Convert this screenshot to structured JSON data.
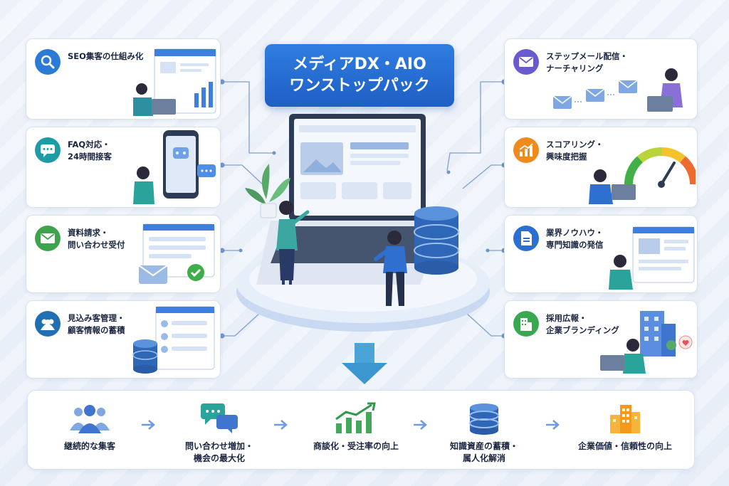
{
  "title": {
    "line1": "メディアDX・AIO",
    "line2": "ワンストップパック"
  },
  "left_cards": [
    {
      "label": "SEO集客の仕組み化",
      "icon": "search-icon",
      "color": "#2b7bd6"
    },
    {
      "label": "FAQ対応・\n24時間接客",
      "icon": "chat-icon",
      "color": "#1f9ba6"
    },
    {
      "label": "資料請求・\n問い合わせ受付",
      "icon": "mail-icon",
      "color": "#3fa34d"
    },
    {
      "label": "見込み客管理・\n顧客情報の蓄積",
      "icon": "users-icon",
      "color": "#1f6fb2"
    }
  ],
  "right_cards": [
    {
      "label": "ステップメール配信・\nナーチャリング",
      "icon": "envelope-icon",
      "color": "#6a5ad0"
    },
    {
      "label": "スコアリング・\n興味度把握",
      "icon": "chart-up-icon",
      "color": "#f08a1c"
    },
    {
      "label": "業界ノウハウ・\n専門知識の発信",
      "icon": "document-icon",
      "color": "#2b6fd1"
    },
    {
      "label": "採用広報・\n企業ブランディング",
      "icon": "building-icon",
      "color": "#3aa84e"
    }
  ],
  "steps": [
    {
      "label": "継続的な集客",
      "icon": "people-group-icon"
    },
    {
      "label": "問い合わせ増加・\n機会の最大化",
      "icon": "chat-bubbles-icon"
    },
    {
      "label": "商談化・受注率の向上",
      "icon": "growth-chart-icon"
    },
    {
      "label": "知識資産の蓄積・\n属人化解消",
      "icon": "database-icon"
    },
    {
      "label": "企業価値・信頼性の向上",
      "icon": "buildings-icon"
    }
  ]
}
